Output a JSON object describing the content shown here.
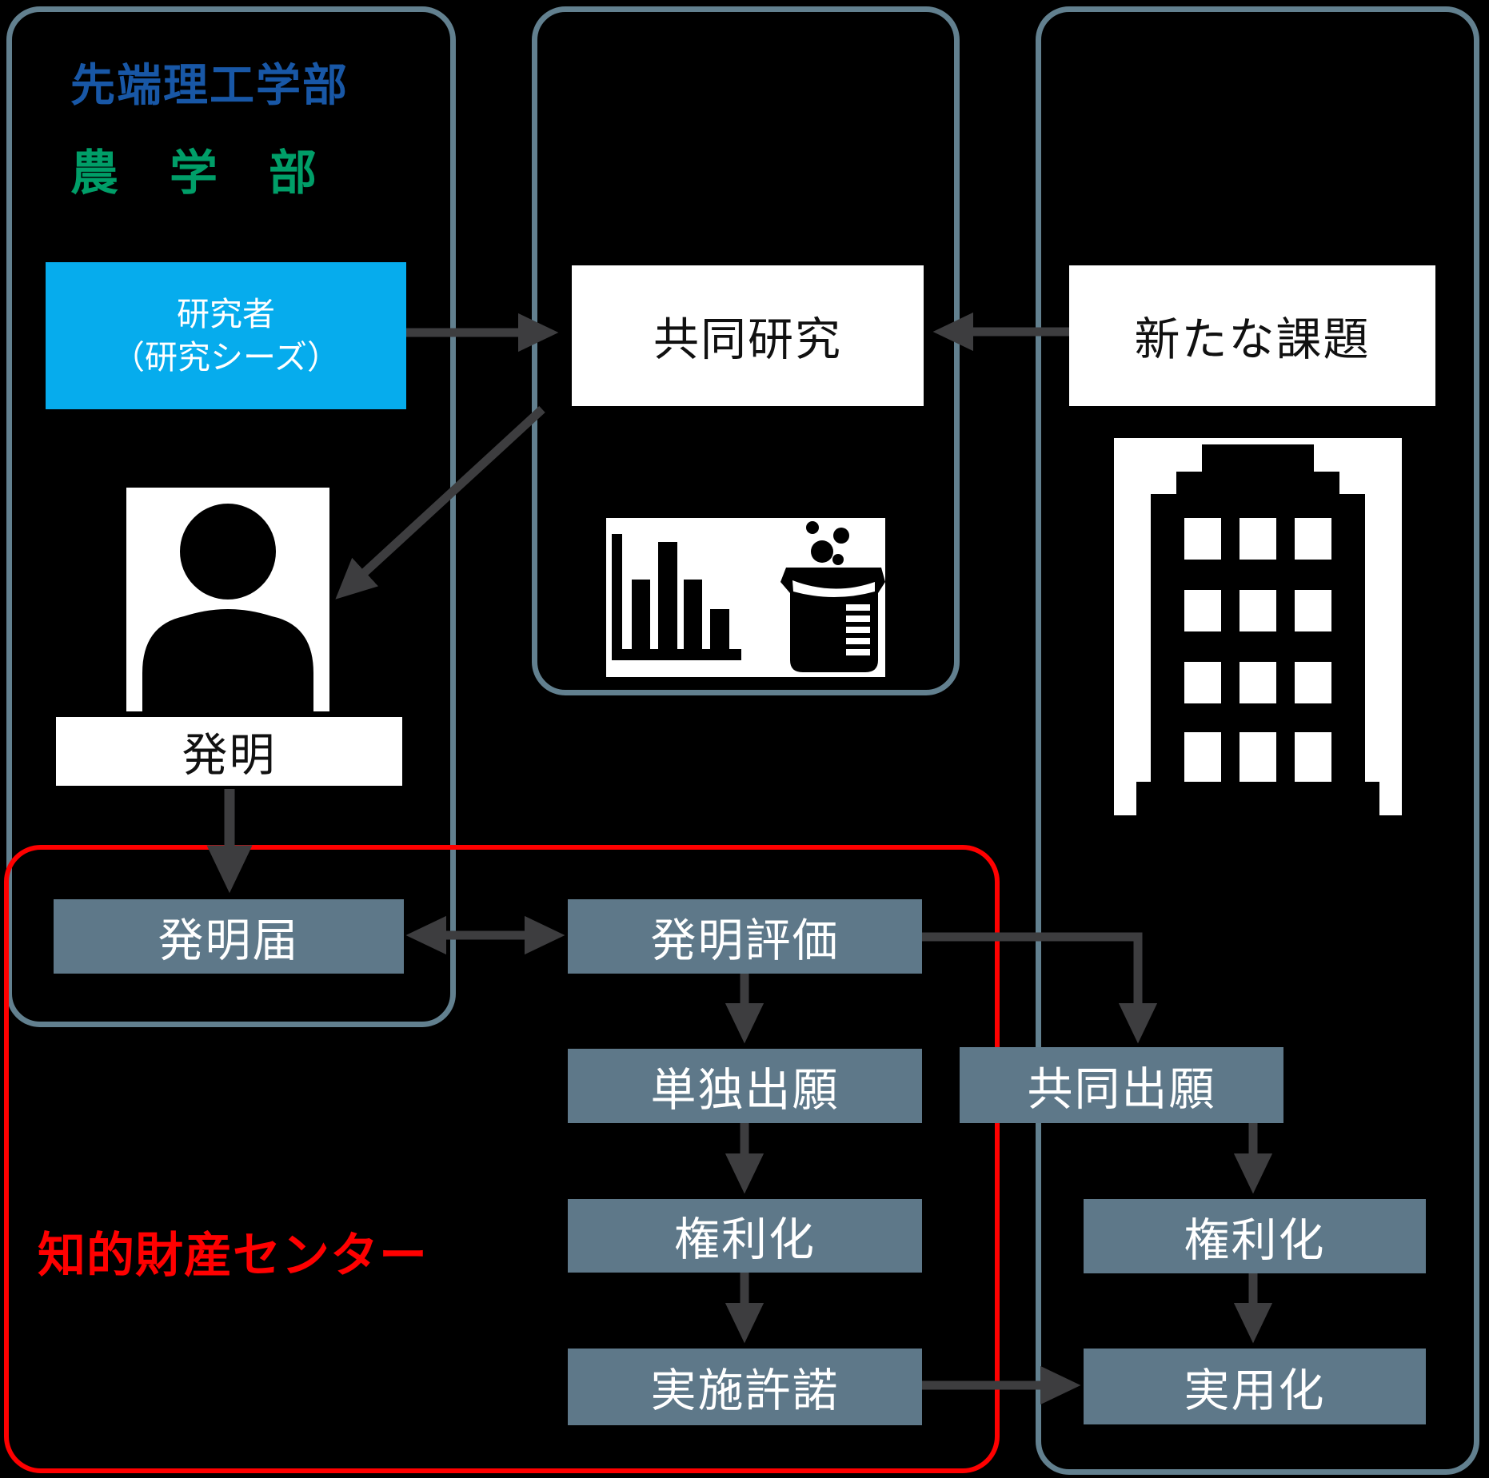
{
  "left_panel": {
    "dept1": "先端理工学部",
    "dept2": "農　学　部",
    "researcher_line1": "研究者",
    "researcher_line2": "（研究シーズ）",
    "invention": "発明",
    "invention_report": "発明届"
  },
  "middle_panel": {
    "joint_research": "共同研究"
  },
  "right_panel": {
    "new_issues": "新たな課題",
    "joint_application": "共同出願",
    "rights": "権利化",
    "practical_use": "実用化"
  },
  "ip_center": {
    "label": "知的財産センター",
    "invention_evaluation": "発明評価",
    "sole_application": "単独出願",
    "rights": "権利化",
    "license": "実施許諾"
  },
  "colors": {
    "background": "#000000",
    "panel_border": "#62808F",
    "box_slate": "#5E7889",
    "box_cyan": "#06ACED",
    "text_blue": "#1857A6",
    "text_green": "#009E68",
    "accent_red": "#FF0000",
    "arrow_gray": "#3D3D3F"
  },
  "icons": [
    "researcher-icon",
    "bar-chart-icon",
    "beaker-icon",
    "company-building-icon"
  ]
}
